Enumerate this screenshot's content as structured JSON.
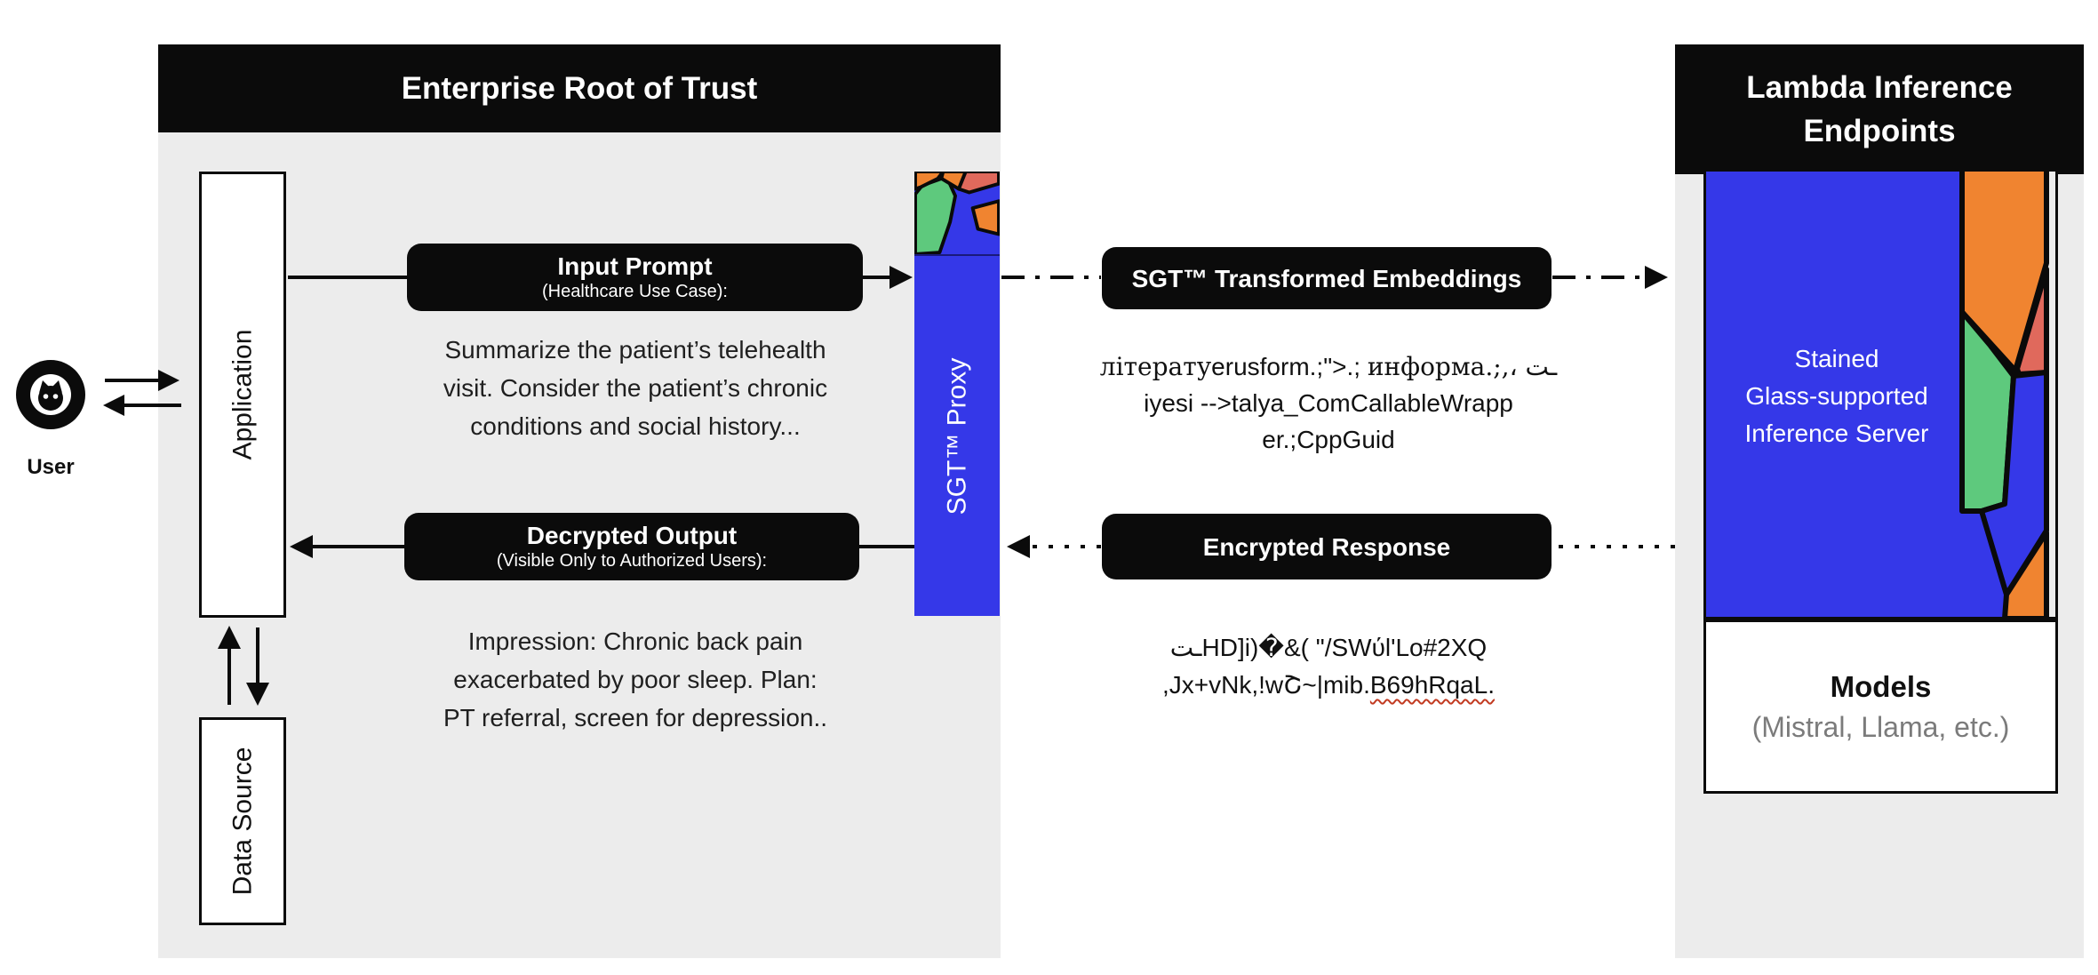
{
  "colors": {
    "panel_gray": "#ececec",
    "pill_black": "#0b0b0b",
    "brand_blue": "#3538e8",
    "glass_orange": "#f08430",
    "glass_green": "#5ec97d",
    "glass_salmon": "#e0695c",
    "spellcheck_red": "#c23b22"
  },
  "user": {
    "label": "User"
  },
  "enterprise": {
    "title": "Enterprise Root of Trust",
    "application_label": "Application",
    "data_source_label": "Data Source",
    "proxy_label": "SGT™ Proxy",
    "input_prompt": {
      "title": "Input Prompt",
      "subtitle": "(Healthcare Use Case):",
      "lines": [
        "Summarize the patient’s telehealth",
        "visit. Consider the patient’s chronic",
        "conditions and social history..."
      ]
    },
    "decrypted_output": {
      "title": "Decrypted Output",
      "subtitle": "(Visible Only to Authorized Users):",
      "lines": [
        "Impression: Chronic back pain",
        "exacerbated by poor sleep. Plan:",
        "PT referral, screen for depression.."
      ]
    }
  },
  "transit": {
    "embeddings_label": "SGT™ Transformed Embeddings",
    "embeddings_cipher": {
      "seg_serif_1": "літерату",
      "seg_sans_1": "erusform.;\">.; ",
      "seg_serif_2": "информа.;,",
      "seg_rtl": "، ـت",
      "line2": "iyesi -->talya_ComCallableWrapp",
      "line3": "er.;CppGuid"
    },
    "response_label": "Encrypted Response",
    "response_cipher": {
      "line1": "ـتHD]i)�&( \"/SWύl'Lo#2XQ",
      "line2_prefix": ",Jx+vNk,!wՇ~|mib.",
      "line2_underlined": "B69hRqaL."
    }
  },
  "lambda": {
    "title_lines": [
      "Lambda Inference",
      "Endpoints"
    ],
    "server_lines": [
      "Stained",
      "Glass-supported",
      "Inference Server"
    ],
    "models": {
      "title": "Models",
      "subtitle": "(Mistral, Llama, etc.)"
    }
  }
}
